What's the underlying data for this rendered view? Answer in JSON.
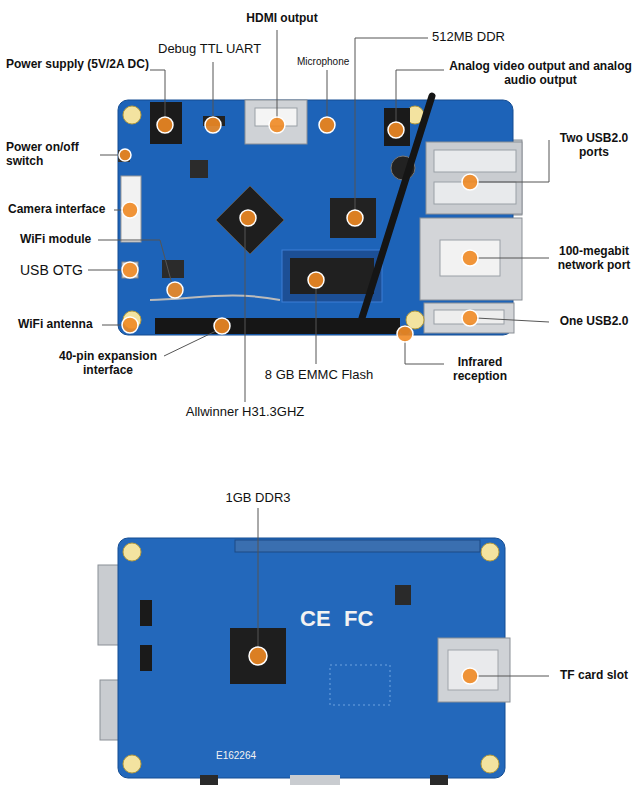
{
  "diagram": {
    "labels": [
      "HDMI output",
      "Power supply (5V/2A DC)",
      "Debug TTL UART",
      "Microphone",
      "512MB DDR",
      "Analog video output and analog audio output",
      "Power on/off switch",
      "Two USB2.0 ports",
      "Camera interface",
      "WiFi module",
      "USB OTG",
      "100-megabit network port",
      "WiFi antenna",
      "One USB2.0",
      "40-pin expansion interface",
      "8 GB EMMC Flash",
      "Infrared reception",
      "Allwinner H31.3GHZ",
      "1GB DDR3",
      "CE",
      "FC",
      "E162264",
      "TF card slot"
    ]
  }
}
